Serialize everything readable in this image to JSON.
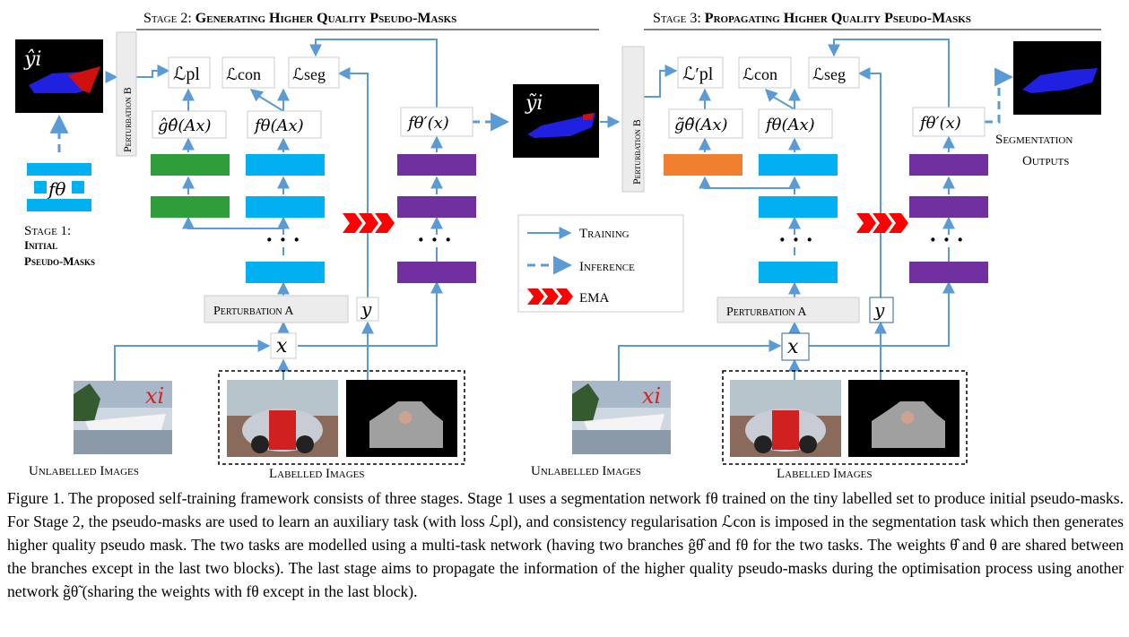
{
  "stage1": {
    "label_line1": "Stage 1:",
    "label_line2": "Initial",
    "label_line3": "Pseudo-Masks",
    "mask_label": "ŷi",
    "network_label": "fθ"
  },
  "stage2": {
    "title_prefix": "Stage 2: ",
    "title_bold": "Generating Higher Quality Pseudo-Masks",
    "perturbation_b": "Perturbation B",
    "perturbation_a": "Perturbation A",
    "loss_pl": "ℒpl",
    "loss_con": "ℒcon",
    "loss_seg": "ℒseg",
    "aux_output": "ĝθ̂(Ax)",
    "seg_output": "fθ(Ax)",
    "teacher_output": "fθ′(x)",
    "input_x": "x",
    "input_y": "y",
    "mask_label": "ỹi"
  },
  "stage3": {
    "title_prefix": "Stage 3: ",
    "title_bold": "Propagating Higher Quality Pseudo-Masks",
    "perturbation_b": "Perturbation B",
    "perturbation_a": "Perturbation A",
    "loss_pl": "ℒ′pl",
    "loss_con": "ℒcon",
    "loss_seg": "ℒseg",
    "aux_output": "g̃θ̃(Ax)",
    "seg_output": "fθ(Ax)",
    "teacher_output": "fθ′(x)",
    "input_x": "x",
    "input_y": "y",
    "outputs_line1": "Segmentation",
    "outputs_line2": "Outputs"
  },
  "legend": {
    "training": "Training",
    "inference": "Inference",
    "ema": "EMA"
  },
  "images": {
    "unlabelled": "Unlabelled Images",
    "labelled": "Labelled Images",
    "xi": "xi"
  },
  "colors": {
    "arrow": "#5b9bd5",
    "blue_block": "#00b0f0",
    "green_block": "#2e9e3a",
    "purple_block": "#7030a0",
    "orange_block": "#f08030",
    "ema_red": "#ff0000",
    "gray_box": "#ececec"
  },
  "caption": "Figure 1.  The proposed self-training framework consists of three stages. Stage 1 uses a segmentation network fθ trained on the tiny labelled set to produce initial pseudo-masks. For Stage 2, the pseudo-masks are used to learn an auxiliary task (with loss ℒpl), and consistency regularisation ℒcon is imposed in the segmentation task which then generates higher quality pseudo mask. The two tasks are modelled using a multi-task network (having two branches ĝθ̂ and fθ for the two tasks. The weights θ̂ and θ are shared between the branches except in the last two blocks). The last stage aims to propagate the information of the higher quality pseudo-masks during the optimisation process using another network g̃θ̃ (sharing the weights with fθ except in the last block)."
}
